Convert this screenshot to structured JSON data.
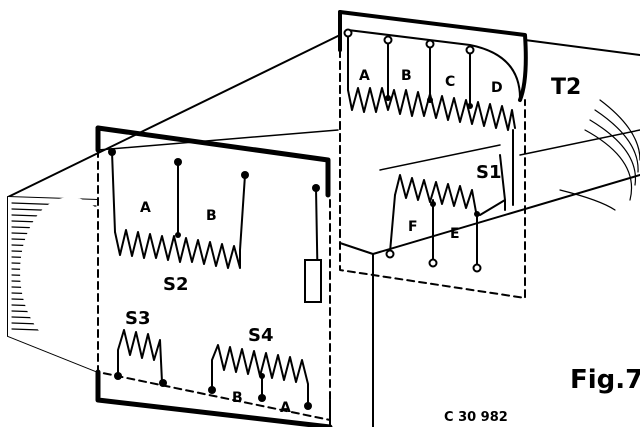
{
  "transformer_label": "T2",
  "figure_label": "Fig.7",
  "code_label": "C 30 982",
  "winding_labels": {
    "s1": "S1",
    "s2": "S2",
    "s3": "S3",
    "s4": "S4"
  },
  "tap_labels": {
    "t2_a": "A",
    "t2_b": "B",
    "t2_c": "C",
    "t2_d": "D",
    "s1_f": "F",
    "s1_e": "E",
    "s2_a": "A",
    "s2_b": "B",
    "s4_b": "B",
    "s4_a": "A"
  }
}
